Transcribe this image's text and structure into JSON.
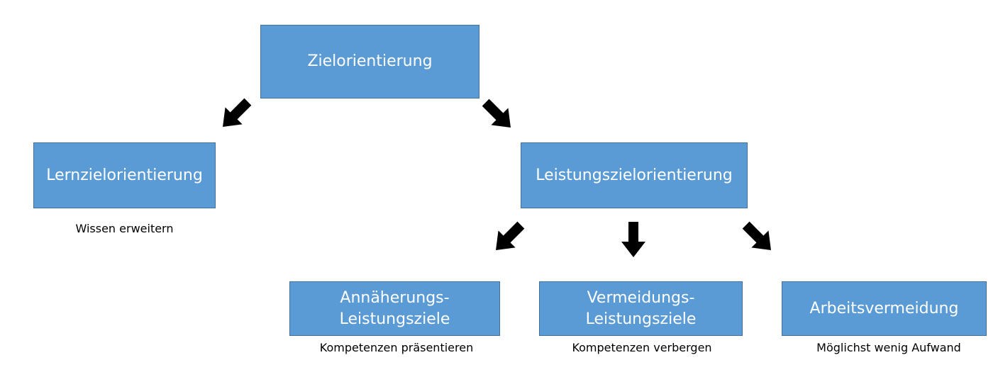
{
  "colors": {
    "box_fill": "#5b9bd5",
    "box_border": "#41719c",
    "box_text": "#ffffff",
    "arrow": "#000000",
    "caption_text": "#000000"
  },
  "nodes": {
    "root": {
      "label": "Zielorientierung"
    },
    "learning": {
      "label": "Lernzielorientierung",
      "caption": "Wissen erweitern"
    },
    "performance": {
      "label": "Leistungszielorientierung"
    },
    "approach": {
      "label_line1": "Annäherungs-",
      "label_line2": "Leistungsziele",
      "caption": "Kompetenzen präsentieren"
    },
    "avoidance": {
      "label_line1": "Vermeidungs-",
      "label_line2": "Leistungsziele",
      "caption": "Kompetenzen verbergen"
    },
    "work_avoidance": {
      "label": "Arbeitsvermeidung",
      "caption": "Möglichst wenig Aufwand"
    }
  },
  "connections": [
    {
      "from": "root",
      "to": "learning",
      "direction": "down-left"
    },
    {
      "from": "root",
      "to": "performance",
      "direction": "down-right"
    },
    {
      "from": "performance",
      "to": "approach",
      "direction": "down-left"
    },
    {
      "from": "performance",
      "to": "avoidance",
      "direction": "down"
    },
    {
      "from": "performance",
      "to": "work_avoidance",
      "direction": "down-right"
    }
  ]
}
